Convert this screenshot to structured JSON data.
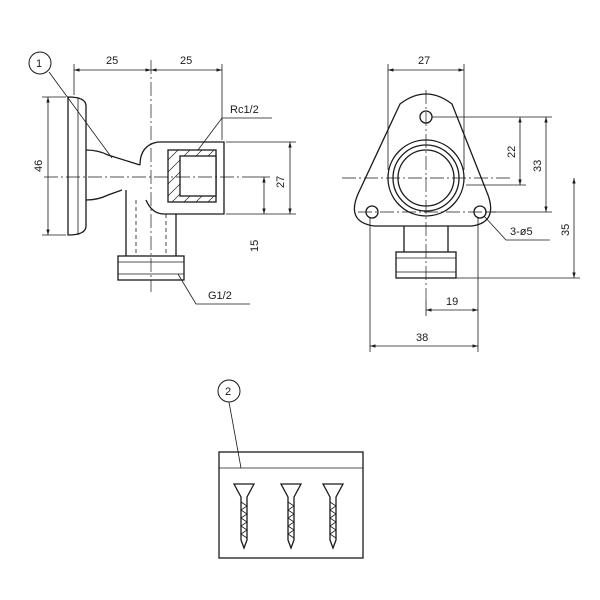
{
  "side_view": {
    "dim_top_left": "25",
    "dim_top_right": "25",
    "dim_left_height": "46",
    "dim_right_27": "27",
    "dim_right_15": "15",
    "label_thread_female": "Rc1/2",
    "label_thread_male": "G1/2"
  },
  "front_view": {
    "dim_top": "27",
    "dim_22": "22",
    "dim_33": "33",
    "dim_35": "35",
    "dim_19": "19",
    "dim_38": "38",
    "label_holes": "3-ø5"
  },
  "callouts": {
    "item_1": "1",
    "item_2": "2"
  }
}
